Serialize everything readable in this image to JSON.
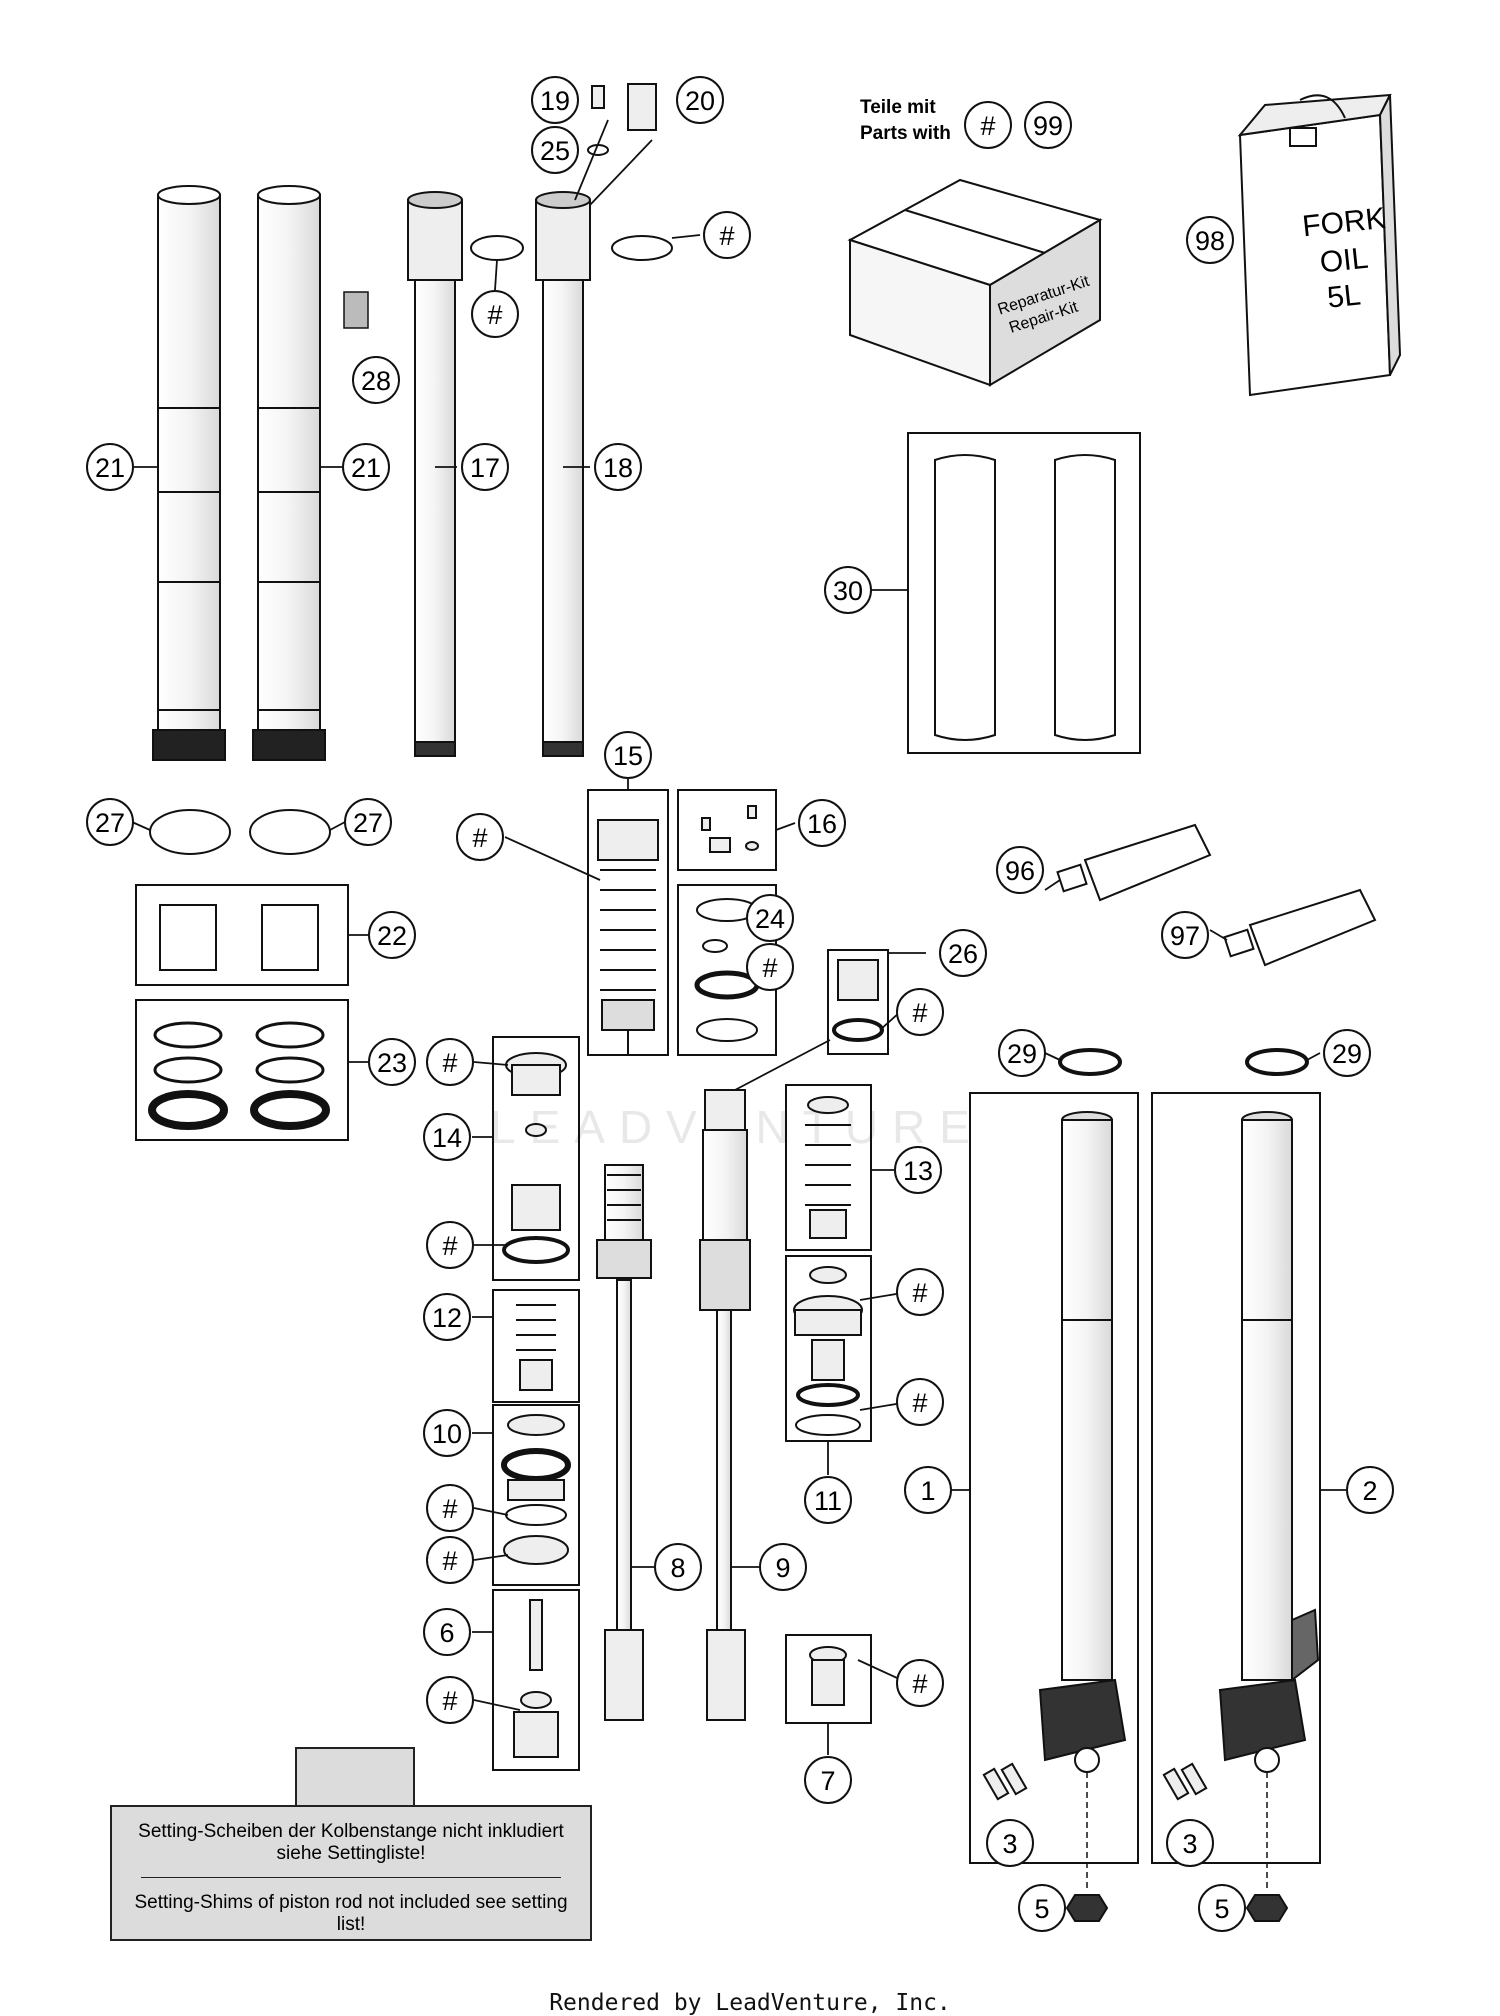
{
  "diagram": {
    "callouts": [
      {
        "id": "c19",
        "text": "19"
      },
      {
        "id": "c20",
        "text": "20"
      },
      {
        "id": "c25",
        "text": "25"
      },
      {
        "id": "c21a",
        "text": "21"
      },
      {
        "id": "c21b",
        "text": "21"
      },
      {
        "id": "c28",
        "text": "28"
      },
      {
        "id": "c17",
        "text": "17"
      },
      {
        "id": "c18",
        "text": "18"
      },
      {
        "id": "c99",
        "text": "99"
      },
      {
        "id": "c98",
        "text": "98"
      },
      {
        "id": "c30",
        "text": "30"
      },
      {
        "id": "c27a",
        "text": "27"
      },
      {
        "id": "c27b",
        "text": "27"
      },
      {
        "id": "c15",
        "text": "15"
      },
      {
        "id": "c16",
        "text": "16"
      },
      {
        "id": "c22",
        "text": "22"
      },
      {
        "id": "c23",
        "text": "23"
      },
      {
        "id": "c24",
        "text": "24"
      },
      {
        "id": "c26",
        "text": "26"
      },
      {
        "id": "c96",
        "text": "96"
      },
      {
        "id": "c97",
        "text": "97"
      },
      {
        "id": "c29a",
        "text": "29"
      },
      {
        "id": "c29b",
        "text": "29"
      },
      {
        "id": "c14",
        "text": "14"
      },
      {
        "id": "c13",
        "text": "13"
      },
      {
        "id": "c12",
        "text": "12"
      },
      {
        "id": "c10",
        "text": "10"
      },
      {
        "id": "c11",
        "text": "11"
      },
      {
        "id": "c1",
        "text": "1"
      },
      {
        "id": "c2",
        "text": "2"
      },
      {
        "id": "c8",
        "text": "8"
      },
      {
        "id": "c9",
        "text": "9"
      },
      {
        "id": "c6",
        "text": "6"
      },
      {
        "id": "c7",
        "text": "7"
      },
      {
        "id": "c3a",
        "text": "3"
      },
      {
        "id": "c3b",
        "text": "3"
      },
      {
        "id": "c5a",
        "text": "5"
      },
      {
        "id": "c5b",
        "text": "5"
      },
      {
        "id": "c8b",
        "text": "8"
      },
      {
        "id": "c9b",
        "text": "9"
      },
      {
        "id": "h1",
        "text": "#"
      },
      {
        "id": "h2",
        "text": "#"
      },
      {
        "id": "h3",
        "text": "#"
      },
      {
        "id": "h4",
        "text": "#"
      },
      {
        "id": "h5",
        "text": "#"
      },
      {
        "id": "h6",
        "text": "#"
      },
      {
        "id": "h7",
        "text": "#"
      },
      {
        "id": "h8",
        "text": "#"
      },
      {
        "id": "h9",
        "text": "#"
      },
      {
        "id": "h10",
        "text": "#"
      },
      {
        "id": "h11",
        "text": "#"
      },
      {
        "id": "h12",
        "text": "#"
      },
      {
        "id": "h13",
        "text": "#"
      },
      {
        "id": "h14",
        "text": "#"
      },
      {
        "id": "h15",
        "text": "#"
      },
      {
        "id": "h16",
        "text": "#"
      }
    ],
    "parts_with_de": "Teile mit",
    "parts_with_en": "Parts with",
    "repair_kit_de": "Reparatur-Kit",
    "repair_kit_en": "Repair-Kit",
    "oil_can_line1": "FORK",
    "oil_can_line2": "OIL",
    "oil_can_line3": "5L"
  },
  "note": {
    "de": "Setting-Scheiben der Kolbenstange nicht inkludiert siehe Settingliste!",
    "en": "Setting-Shims of piston rod not included see setting list!"
  },
  "watermark": "LEADVENTURE",
  "footer": "Rendered by LeadVenture, Inc."
}
